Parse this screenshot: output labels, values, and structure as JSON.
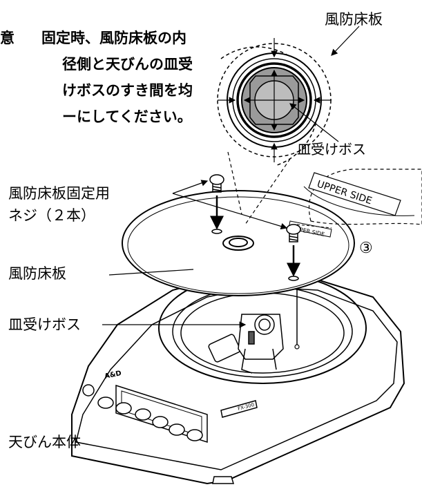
{
  "note": {
    "lead": "意",
    "lines": [
      "固定時、風防床板の内",
      "径側と天びんの皿受",
      "けボスのすき間を均",
      "ーにしてください。"
    ]
  },
  "labels": {
    "top_right_floor_plate": "風防床板",
    "top_right_pan_boss": "皿受けボス",
    "screws_line1": "風防床板固定用",
    "screws_line2": "ネジ（２本）",
    "floor_plate": "風防床板",
    "pan_boss": "皿受けボス",
    "balance_body": "天びん本体",
    "step_number": "③"
  },
  "markings": {
    "upper_side_zoom": "UPPER SIDE",
    "upper_side_small": "UPPER SIDE",
    "model": "FX-300",
    "brand": "A&D"
  }
}
